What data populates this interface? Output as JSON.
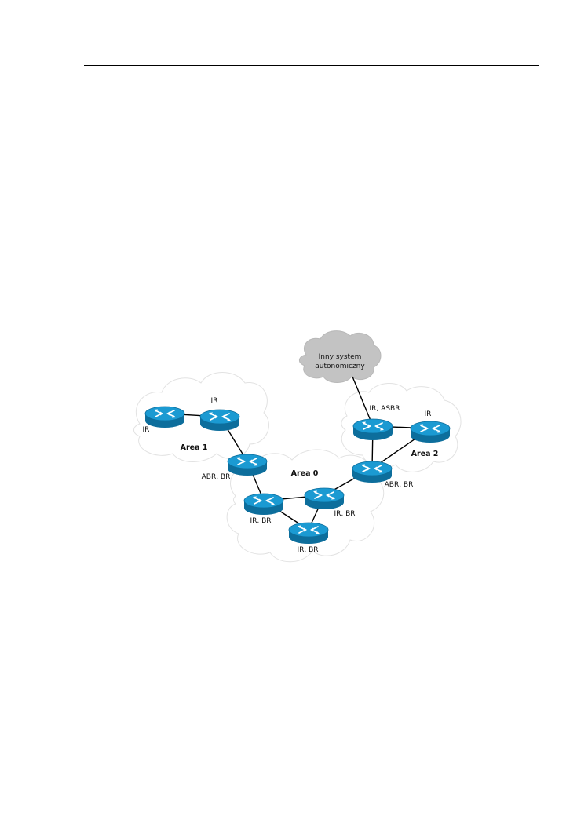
{
  "external_cloud": {
    "line1": "Inny system",
    "line2": "autonomiczny"
  },
  "areas": [
    {
      "id": "area1",
      "label": "Area 1"
    },
    {
      "id": "area0",
      "label": "Area 0"
    },
    {
      "id": "area2",
      "label": "Area 2"
    }
  ],
  "routers": [
    {
      "id": "r1",
      "label": "IR"
    },
    {
      "id": "r2",
      "label": "IR"
    },
    {
      "id": "r3",
      "label": "ABR, BR"
    },
    {
      "id": "r4",
      "label": "IR, BR"
    },
    {
      "id": "r5",
      "label": "IR, BR"
    },
    {
      "id": "r6",
      "label": "IR, BR"
    },
    {
      "id": "r7",
      "label": "ABR, BR"
    },
    {
      "id": "r8",
      "label": "IR, ASBR"
    },
    {
      "id": "r9",
      "label": "IR"
    }
  ],
  "links": [
    [
      "r1",
      "r2"
    ],
    [
      "r2",
      "r3"
    ],
    [
      "r3",
      "r4"
    ],
    [
      "r4",
      "r5"
    ],
    [
      "r4",
      "r6"
    ],
    [
      "r5",
      "r6"
    ],
    [
      "r5",
      "r7"
    ],
    [
      "r7",
      "r8"
    ],
    [
      "r7",
      "r9"
    ],
    [
      "r8",
      "r9"
    ],
    [
      "r8",
      "ext"
    ]
  ],
  "colors": {
    "router_top": "#1b9ad2",
    "router_side": "#0d6e9c",
    "router_arrow": "#ffffff",
    "cloud_external": "#c3c3c3"
  }
}
